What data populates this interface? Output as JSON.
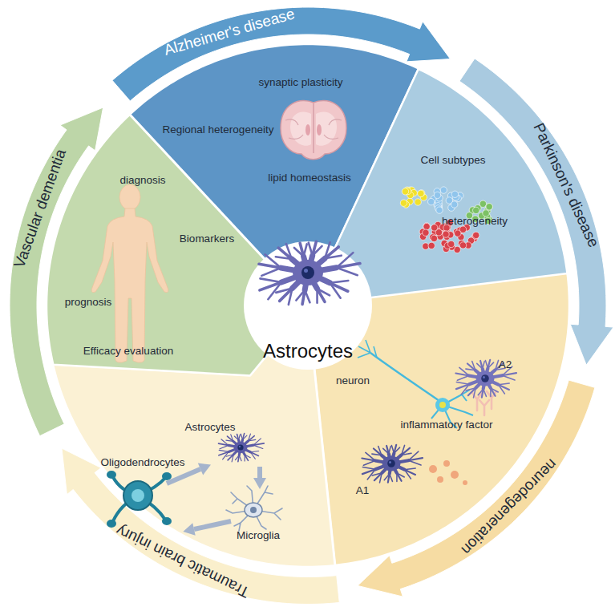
{
  "diagram": {
    "nodes": [
      {
        "text": [
          "Alzheimer's disease"
        ]
      },
      {
        "text": [
          "Parkinson's disease"
        ]
      },
      {
        "text": [
          "neurodegeneration"
        ]
      },
      {
        "text": [
          "Traumatic brain injury"
        ]
      },
      {
        "text": [
          "Vascular dementia"
        ]
      },
      {
        "text": [
          "synaptic plasticity",
          "Regional heterogeneity",
          "lipid homeostasis"
        ]
      },
      {
        "text": [
          "Cell subtypes",
          "heterogeneity"
        ]
      },
      {
        "text": [
          "neuron",
          "A2",
          "inflammatory factor",
          "A1"
        ]
      },
      {
        "text": [
          "Astrocytes",
          "Oligodendrocytes",
          "Microglia"
        ]
      },
      {
        "text": [
          "diagnosis",
          "Biomarkers",
          "prognosis",
          "Efficacy evaluation"
        ]
      },
      {
        "text": [
          "Astrocytes"
        ]
      }
    ]
  }
}
